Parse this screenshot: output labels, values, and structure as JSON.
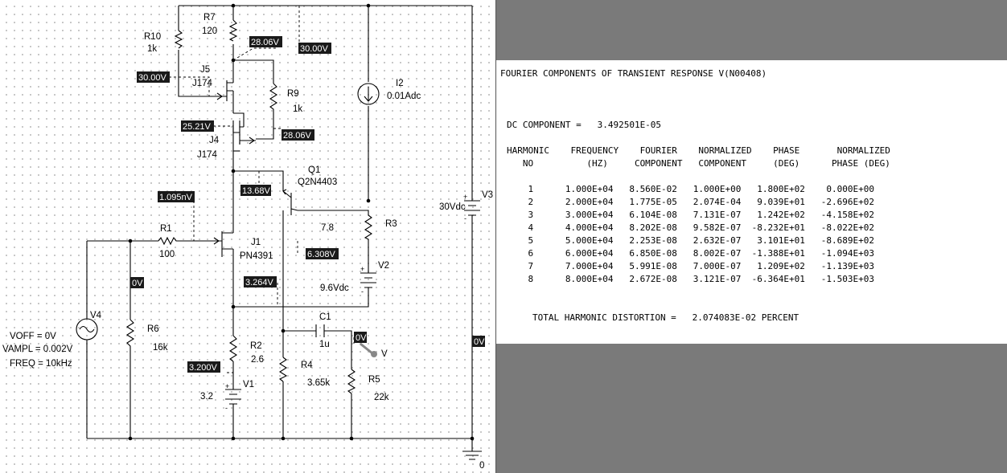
{
  "schematic": {
    "components": [
      {
        "name": "R7",
        "value": "120"
      },
      {
        "name": "R10",
        "value": "1k"
      },
      {
        "name": "J5",
        "value": "J174"
      },
      {
        "name": "R9",
        "value": "1k"
      },
      {
        "name": "J4",
        "value": "J174"
      },
      {
        "name": "I2",
        "value": "0.01Adc"
      },
      {
        "name": "Q1",
        "value": "Q2N4403"
      },
      {
        "name": "R1",
        "value": "100"
      },
      {
        "name": "J1",
        "value": "PN4391"
      },
      {
        "name": "R3",
        "value": "7.8"
      },
      {
        "name": "V2",
        "value": "9.6Vdc"
      },
      {
        "name": "V3",
        "value": "30Vdc"
      },
      {
        "name": "V4",
        "value": ""
      },
      {
        "name": "R6",
        "value": "16k"
      },
      {
        "name": "R2",
        "value": "2.6"
      },
      {
        "name": "V1",
        "value": "3.2"
      },
      {
        "name": "C1",
        "value": "1u"
      },
      {
        "name": "R4",
        "value": "3.65k"
      },
      {
        "name": "R5",
        "value": "22k"
      }
    ],
    "source_params": [
      "VOFF = 0V",
      "VAMPL = 0.002V",
      "FREQ = 10kHz"
    ],
    "voltage_markers": [
      "28.06V",
      "30.00V",
      "30.00V",
      "25.21V",
      "28.06V",
      "13.68V",
      "1.095nV",
      "6.308V",
      "3.264V",
      "0V",
      "3.200V",
      "0V",
      "0V"
    ],
    "ground_label": "0",
    "probe_label": "V",
    "polarity": {
      "plus": "+",
      "minus": "-"
    }
  },
  "output": {
    "title": "FOURIER COMPONENTS OF TRANSIENT RESPONSE V(N00408)",
    "dc_line": "DC COMPONENT =   3.492501E-05",
    "header_line1": "HARMONIC    FREQUENCY    FOURIER    NORMALIZED    PHASE       NORMALIZED",
    "header_line2": "   NO          (HZ)     COMPONENT   COMPONENT     (DEG)      PHASE (DEG)",
    "rows": [
      "    1      1.000E+04   8.560E-02   1.000E+00   1.800E+02    0.000E+00",
      "    2      2.000E+04   1.775E-05   2.074E-04   9.039E+01   -2.696E+02",
      "    3      3.000E+04   6.104E-08   7.131E-07   1.242E+02   -4.158E+02",
      "    4      4.000E+04   8.202E-08   9.582E-07  -8.232E+01   -8.022E+02",
      "    5      5.000E+04   2.253E-08   2.632E-07   3.101E+01   -8.689E+02",
      "    6      6.000E+04   6.850E-08   8.002E-07  -1.388E+01   -1.094E+03",
      "    7      7.000E+04   5.991E-08   7.000E-07   1.209E+02   -1.139E+03",
      "    8      8.000E+04   2.672E-08   3.121E-07  -6.364E+01   -1.503E+03"
    ],
    "thd_line": "TOTAL HARMONIC DISTORTION =   2.074083E-02 PERCENT"
  }
}
